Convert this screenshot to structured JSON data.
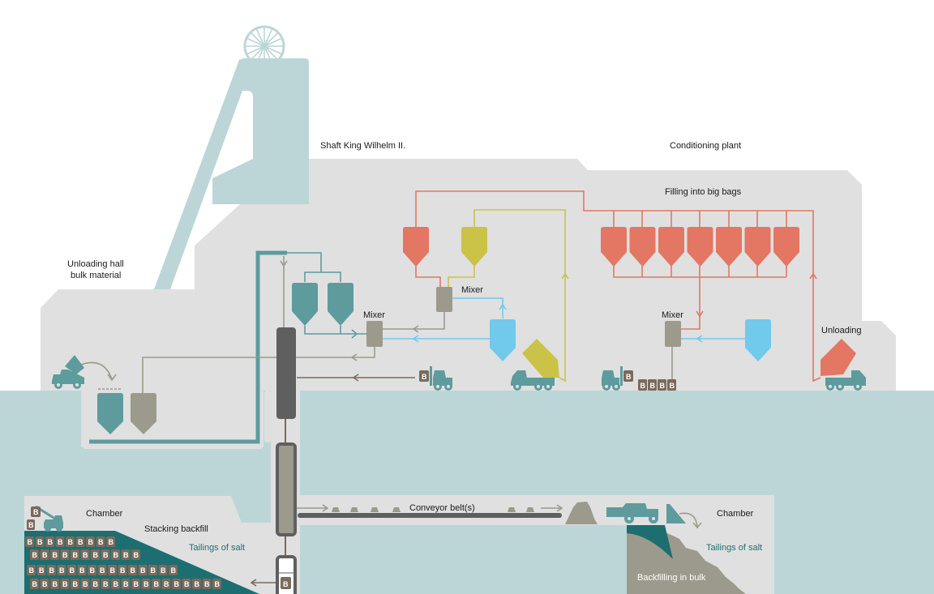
{
  "colors": {
    "building": "#e0e0e0",
    "ground": "#bcd6d7",
    "headframe": "#bcd6d7",
    "teal": "#5e9b9d",
    "teal_dark": "#1d6e70",
    "gray_silo": "#9c9a8c",
    "coral": "#e37763",
    "olive": "#cbc248",
    "light_blue": "#71c9ec",
    "dark_shaft": "#5f5f5f",
    "bag_brown": "#7a6a5c",
    "rock": "#9c9a8c",
    "line_gray": "#9c9a8c",
    "line_brown": "#7a6a5c"
  },
  "labels": {
    "shaft": "Shaft King Wilhelm II.",
    "conditioning_plant": "Conditioning plant",
    "filling_big_bags": "Filling into big bags",
    "unloading_hall_line1": "Unloading hall",
    "unloading_hall_line2": "bulk material",
    "mixer_left": "Mixer",
    "mixer_center": "Mixer",
    "mixer_right": "Mixer",
    "unloading": "Unloading",
    "chamber_left": "Chamber",
    "stacking_backfill": "Stacking backfill",
    "tailings_left": "Tailings of salt",
    "conveyor": "Conveyor belt(s)",
    "chamber_right": "Chamber",
    "tailings_right": "Tailings of salt",
    "backfilling_bulk": "Backfilling in bulk"
  },
  "bag_letter": "B",
  "bag_rows": [
    9,
    11,
    15,
    19
  ],
  "big_bag_silos": 7,
  "floor_bags": 4
}
